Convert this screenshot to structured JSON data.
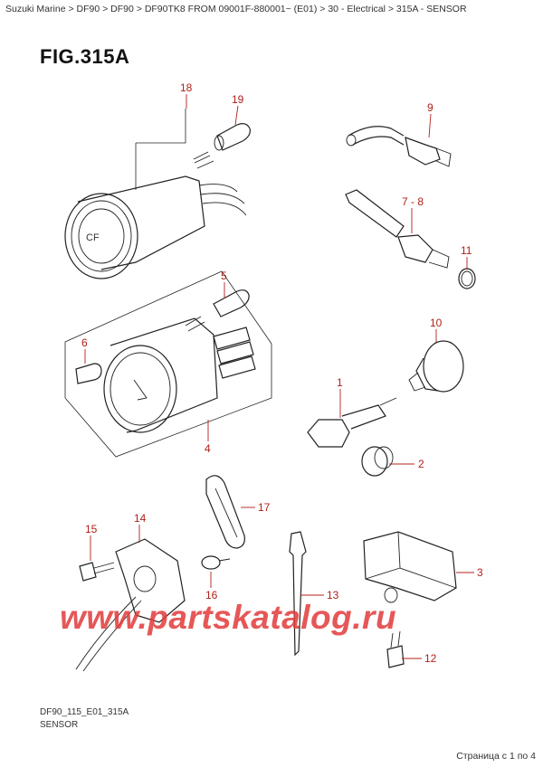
{
  "breadcrumb": {
    "items": [
      "Suzuki Marine",
      "DF90",
      "DF90",
      "DF90TK8 FROM 09001F-880001~ (E01)",
      "30 - Electrical",
      "315A - SENSOR"
    ],
    "separator": ">"
  },
  "figure": {
    "title": "FIG.315A",
    "code": "DF90_115_E01_315A",
    "label": "SENSOR"
  },
  "callouts": {
    "c1": "1",
    "c2": "2",
    "c3": "3",
    "c4": "4",
    "c5": "5",
    "c6": "6",
    "c78": "7 - 8",
    "c9": "9",
    "c10": "10",
    "c11": "11",
    "c12": "12",
    "c13": "13",
    "c14": "14",
    "c15": "15",
    "c16": "16",
    "c17": "17",
    "c18": "18",
    "c19": "19"
  },
  "watermark": "www.partskatalog.ru",
  "pagination": "Страница с 1 по 4",
  "colors": {
    "callout": "#b0201a",
    "watermark": "#e23a3a",
    "line": "#222222"
  }
}
